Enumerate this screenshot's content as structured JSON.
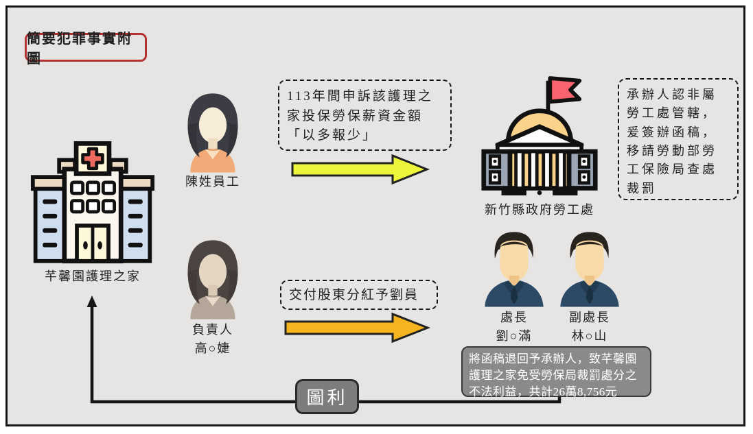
{
  "title": "簡要犯罪事實附圖",
  "facility": {
    "label": "芊馨園護理之家"
  },
  "employee": {
    "label": "陳姓員工"
  },
  "owner": {
    "role": "負責人",
    "name": "高○婕"
  },
  "government": {
    "label": "新竹縣政府勞工處"
  },
  "director": {
    "role": "處長",
    "name": "劉○滿"
  },
  "deputy": {
    "role": "副處長",
    "name": "林○山"
  },
  "callouts": {
    "complaint": "113年間申訴該護理之家投保勞保薪資金額「以多報少」",
    "referral": "承辦人認非屬勞工處管轄，爰簽辦函稿，移請勞動部勞工保險局查處裁罰",
    "dividend": "交付股東分紅予劉員",
    "result": "將函稿退回予承辦人，致芊馨園護理之家免受勞保局裁罰處分之不法利益，共計26萬8,756元",
    "benefit": "圖利"
  },
  "colors": {
    "background": "#e6e5e3",
    "title_border": "#b43232",
    "arrow_top": "#eef63c",
    "arrow_bottom": "#f6b51e",
    "callout_bg": "#8a8a8a",
    "benefit_bg": "#7d7d7d",
    "line": "#161616"
  }
}
